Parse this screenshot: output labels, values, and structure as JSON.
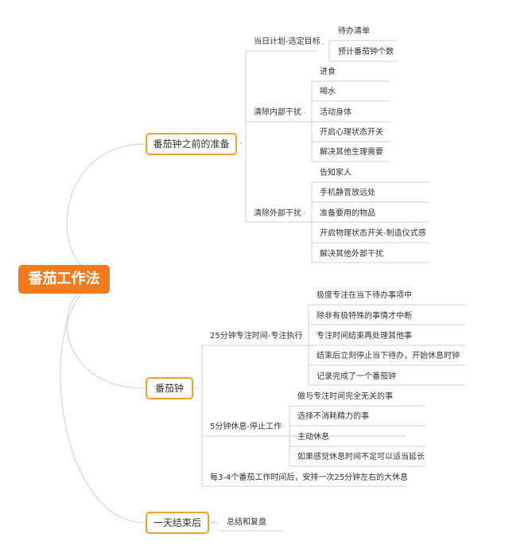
{
  "root": "番茄工作法",
  "branches": [
    {
      "label": "番茄钟之前的准备",
      "children": [
        {
          "label": "当日计划-选定目标",
          "children": [
            "待办清单",
            "预计番茄钟个数"
          ]
        },
        {
          "label": "清除内部干扰",
          "children": [
            "进食",
            "喝水",
            "活动身体",
            "开启心理状态开关",
            "解决其他生理需要"
          ]
        },
        {
          "label": "清除外部干扰",
          "children": [
            "告知家人",
            "手机静音放远处",
            "准备要用的物品",
            "开启物理状态开关-制造仪式感",
            "解决其他外部干扰"
          ]
        }
      ]
    },
    {
      "label": "番茄钟",
      "children": [
        {
          "label": "25分钟专注时间-专注执行",
          "children": [
            "极度专注在当下待办事项中",
            "除非有极特殊的事情才中断",
            "专注时间结束再处理其他事",
            "结束后立刻停止当下待办，开始休息时钟",
            "记录完成了一个番茄钟"
          ]
        },
        {
          "label": "5分钟休息-停止工作",
          "children": [
            "做与专注时间完全无关的事",
            "选择不消耗精力的事",
            "主动休息",
            "如果感觉休息时间不足可以适当延长"
          ]
        },
        {
          "label": "每3-4个番茄工作时间后，安排一次25分钟左右的大休息",
          "children": []
        }
      ]
    },
    {
      "label": "一天结束后",
      "children": [
        {
          "label": "总结和复盘",
          "children": []
        }
      ]
    }
  ],
  "collapse_marker": "-",
  "colors": {
    "root_fill": "#F07A1E",
    "main_border": "#F5A02A",
    "line": "#CFCFCF",
    "text": "#333333"
  }
}
